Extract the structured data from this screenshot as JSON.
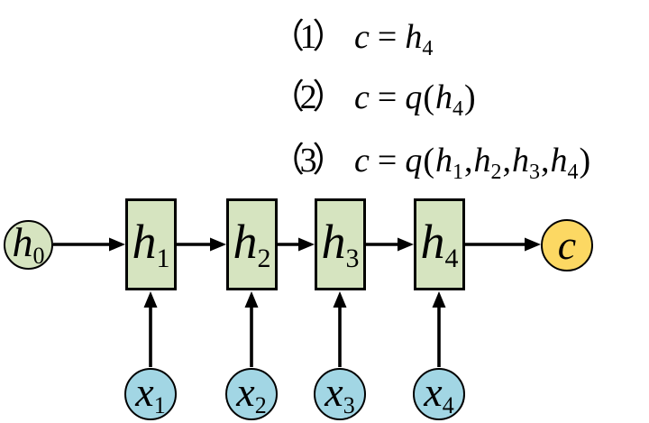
{
  "colors": {
    "background": "#ffffff",
    "state_fill": "#d6e4c0",
    "input_fill": "#a2d6e4",
    "context_fill": "#fcd863",
    "line_color": "#000000"
  },
  "equations": {
    "eq1": {
      "num": "（1）",
      "lhs": "c",
      "rel": "=",
      "rhs_base": "h",
      "rhs_sub": "4"
    },
    "eq2": {
      "num": "（2）",
      "lhs": "c",
      "rel": "=",
      "fn": "q",
      "lparen": "(",
      "arg_base": "h",
      "arg_sub": "4",
      "rparen": ")"
    },
    "eq3": {
      "num": "（3）",
      "lhs": "c",
      "rel": "=",
      "fn": "q",
      "lparen": "(",
      "a1": "h",
      "s1": "1",
      "comma1": ",",
      "a2": "h",
      "s2": "2",
      "comma2": ",",
      "a3": "h",
      "s3": "3",
      "comma3": ",",
      "a4": "h",
      "s4": "4",
      "rparen": ")"
    }
  },
  "nodes": {
    "h0": {
      "base": "h",
      "sub": "0"
    },
    "h1": {
      "base": "h",
      "sub": "1"
    },
    "h2": {
      "base": "h",
      "sub": "2"
    },
    "h3": {
      "base": "h",
      "sub": "3"
    },
    "h4": {
      "base": "h",
      "sub": "4"
    },
    "x1": {
      "base": "x",
      "sub": "1"
    },
    "x2": {
      "base": "x",
      "sub": "2"
    },
    "x3": {
      "base": "x",
      "sub": "3"
    },
    "x4": {
      "base": "x",
      "sub": "4"
    },
    "c": {
      "base": "c"
    }
  }
}
